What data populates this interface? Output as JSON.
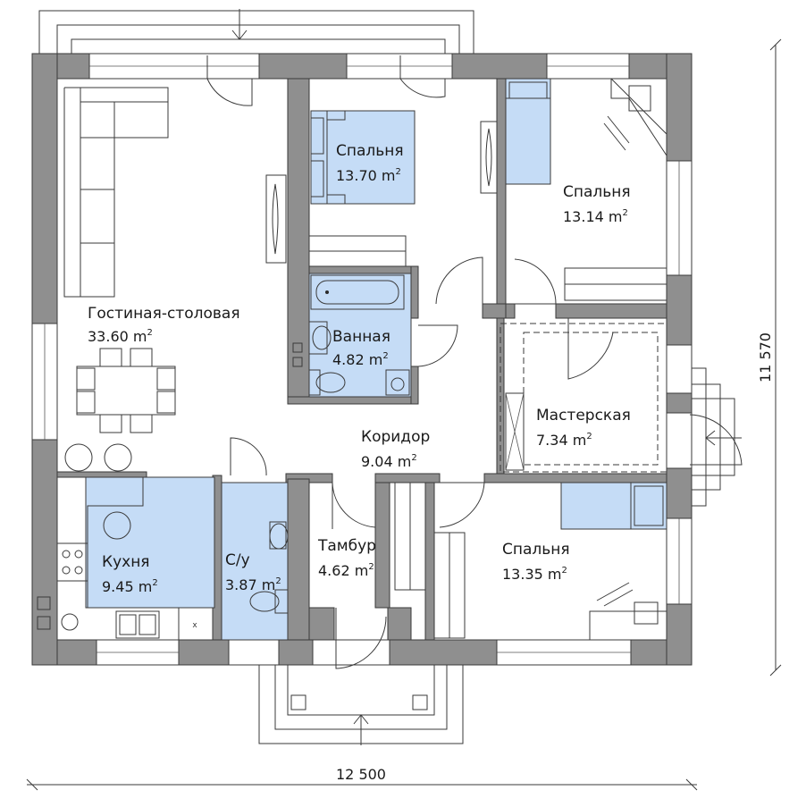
{
  "rooms": [
    {
      "id": "living",
      "name": "Гостиная-столовая",
      "area": "33.60",
      "unit": "m",
      "unit_sup": "2"
    },
    {
      "id": "bedroom1",
      "name": "Спальня",
      "area": "13.70",
      "unit": "m",
      "unit_sup": "2"
    },
    {
      "id": "bedroom2",
      "name": "Спальня",
      "area": "13.14",
      "unit": "m",
      "unit_sup": "2"
    },
    {
      "id": "bathroom",
      "name": "Ванная",
      "area": "4.82",
      "unit": "m",
      "unit_sup": "2"
    },
    {
      "id": "workshop",
      "name": "Мастерская",
      "area": "7.34",
      "unit": "m",
      "unit_sup": "2"
    },
    {
      "id": "corridor",
      "name": "Коридор",
      "area": "9.04",
      "unit": "m",
      "unit_sup": "2"
    },
    {
      "id": "kitchen",
      "name": "Кухня",
      "area": "9.45",
      "unit": "m",
      "unit_sup": "2"
    },
    {
      "id": "wc",
      "name": "С/у",
      "area": "3.87",
      "unit": "m",
      "unit_sup": "2"
    },
    {
      "id": "vestibule",
      "name": "Тамбур",
      "area": "4.62",
      "unit": "m",
      "unit_sup": "2"
    },
    {
      "id": "bedroom3",
      "name": "Спальня",
      "area": "13.35",
      "unit": "m",
      "unit_sup": "2"
    }
  ],
  "dimensions": {
    "width": "12 500",
    "height": "11 570"
  },
  "colors": {
    "wall": "#8f8f8f",
    "fixture_fill": "#c5dcf6",
    "line": "#3a3a3a"
  }
}
